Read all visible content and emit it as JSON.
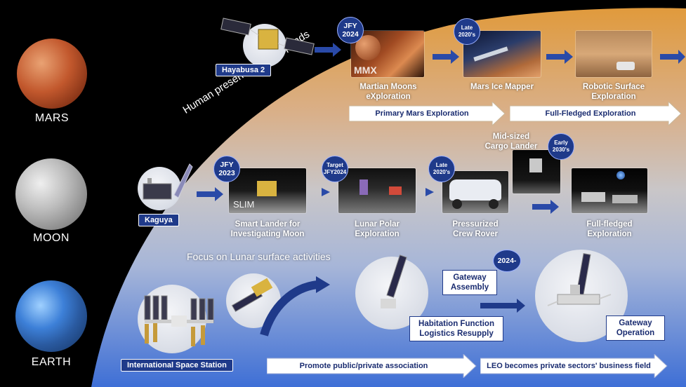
{
  "planets": {
    "mars": "MARS",
    "moon": "MOON",
    "earth": "EARTH"
  },
  "expand_text": "Human presence area expands",
  "focus_text": "Focus on Lunar surface activities",
  "mars_row": {
    "hayabusa_tag": "Hayabusa 2",
    "mmx_badge": [
      "JFY",
      "2024"
    ],
    "mmx_logo": "MMX",
    "mmx_caption": [
      "Martian Moons",
      "eXploration"
    ],
    "ice_badge": [
      "Late",
      "2020's"
    ],
    "ice_caption": "Mars Ice Mapper",
    "robotic_caption": [
      "Robotic Surface",
      "Exploration"
    ],
    "band_primary": "Primary Mars Exploration",
    "band_full": "Full-Fledged Exploration"
  },
  "moon_row": {
    "kaguya_tag": "Kaguya",
    "slim_badge": [
      "JFY",
      "2023"
    ],
    "slim_logo": "SLIM",
    "slim_caption": [
      "Smart Lander for",
      "Investigating Moon"
    ],
    "polar_badge": [
      "Target",
      "JFY2024"
    ],
    "polar_caption": [
      "Lunar Polar",
      "Exploration"
    ],
    "rover_badge": [
      "Late",
      "2020's"
    ],
    "rover_caption": [
      "Pressurized",
      "Crew Rover"
    ],
    "cargo_caption": [
      "Mid-sized",
      "Cargo Lander"
    ],
    "cargo_badge": [
      "Early",
      "2030's"
    ],
    "full_caption": [
      "Full-fledged",
      "Exploration"
    ]
  },
  "earth_row": {
    "iss_tag": "International Space Station",
    "gateway_badge": "2024-",
    "gateway_assembly": [
      "Gateway",
      "Assembly"
    ],
    "habitation": [
      "Habitation Function",
      "Logistics Resupply"
    ],
    "gateway_operation": [
      "Gateway",
      "Operation"
    ],
    "band_public": "Promote public/private association",
    "band_leo": "LEO becomes private sectors' business field"
  },
  "colors": {
    "navy": "#1f3a8a",
    "arrow_blue": "#2a4aa8",
    "orange": "#e3a24a",
    "blue": "#3f6fd0"
  }
}
